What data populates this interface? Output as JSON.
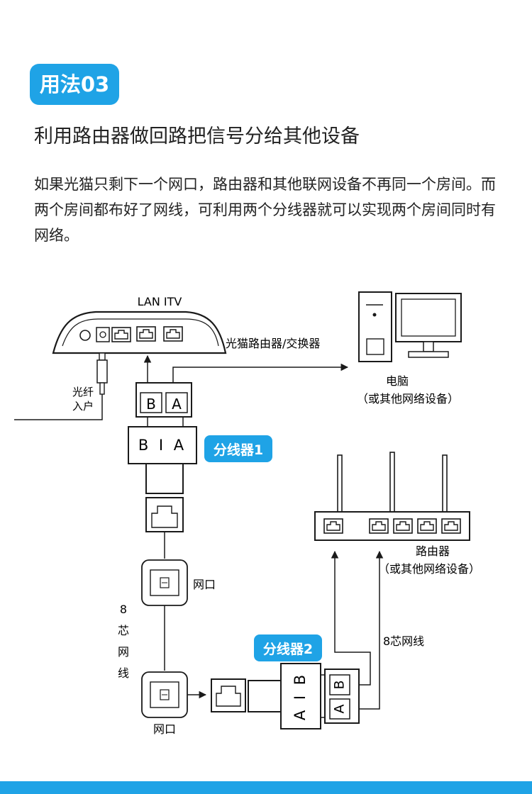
{
  "header": {
    "badge": "用法03",
    "subtitle": "利用路由器做回路把信号分给其他设备",
    "description": "如果光猫只剩下一个网口，路由器和其他联网设备不再同一个房间。而两个房间都布好了网线，可利用两个分线器就可以实现两个房间同时有网络。"
  },
  "diagram": {
    "modem_ports_label": "LAN  ITV",
    "modem_label": "光猫路由器/交换器",
    "fiber_label_line1": "光纤",
    "fiber_label_line2": "入户",
    "computer_label_line1": "电脑",
    "computer_label_line2": "（或其他网络设备）",
    "splitter1_ports_b": "B",
    "splitter1_ports_a": "A",
    "splitter1_body": "B I A",
    "splitter1_tag": "分线器1",
    "router_label_line1": "路由器",
    "router_label_line2": "（或其他网络设备）",
    "wall_port_label_1": "网口",
    "wall_port_label_2": "网口",
    "cable_label": [
      "8",
      "芯",
      "网",
      "线"
    ],
    "cable_8core_label": "8芯网线",
    "splitter2_tag": "分线器2",
    "splitter2_body": "A I B",
    "splitter2_ports_b": "B",
    "splitter2_ports_a": "A"
  },
  "colors": {
    "accent": "#1fa3e6",
    "line": "#1a1a1a",
    "background": "#ffffff"
  }
}
